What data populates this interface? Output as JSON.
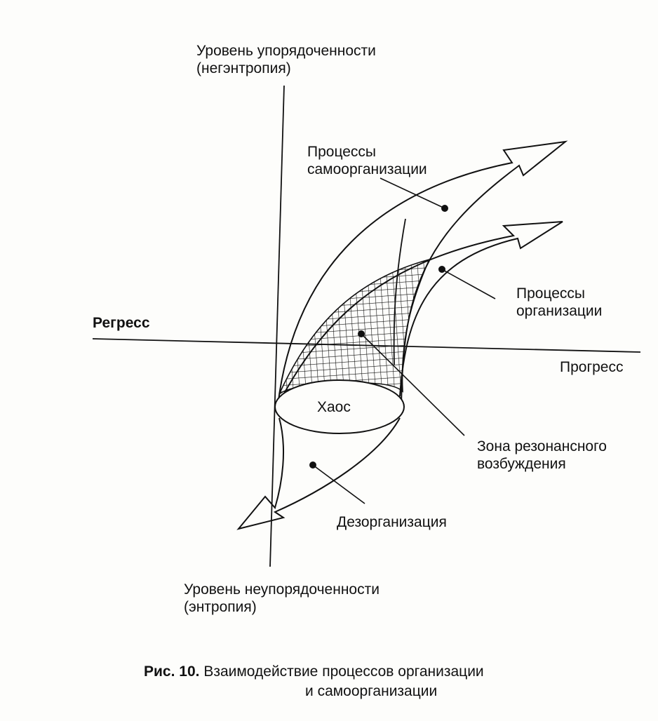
{
  "axes": {
    "top_label": [
      "Уровень упорядоченности",
      "(негэнтропия)"
    ],
    "bottom_label": [
      "Уровень неупорядоченности",
      "(энтропия)"
    ],
    "left_label": "Регресс",
    "right_label": "Прогресс"
  },
  "regions": {
    "self_organization": [
      "Процессы",
      "самоорганизации"
    ],
    "organization": [
      "Процессы",
      "организации"
    ],
    "chaos": "Хаос",
    "resonance_zone": [
      "Зона резонансного",
      "возбуждения"
    ],
    "disorganization": "Дезорганизация"
  },
  "caption": {
    "number": "Рис. 10.",
    "title_line1": "Взаимодействие процессов организации",
    "title_line2": "и самоорганизации"
  },
  "colors": {
    "ink": "#111111",
    "paper": "#fdfdfb"
  }
}
